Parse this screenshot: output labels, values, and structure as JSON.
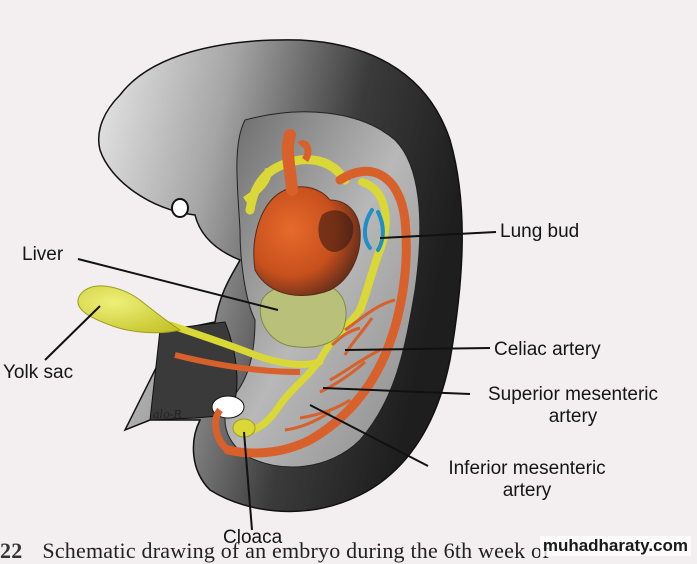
{
  "labels": {
    "liver": "Liver",
    "yolk_sac": "Yolk sac",
    "lung_bud": "Lung bud",
    "celiac_artery": "Celiac artery",
    "superior_mesenteric_line1": "Superior mesenteric",
    "superior_mesenteric_line2": "artery",
    "inferior_mesenteric_line1": "Inferior mesenteric",
    "inferior_mesenteric_line2": "artery",
    "cloaca": "Cloaca"
  },
  "artist_signature": "alo-R",
  "caption": {
    "number": "22",
    "text": "Schematic drawing of an embryo during the 6th week of"
  },
  "watermark": "muhadharaty.com",
  "colors": {
    "background": "#f3eef0",
    "embryo_dark": "#3a3a3a",
    "embryo_mid": "#8d8d8d",
    "heart_orange": "#d8602a",
    "yolk_yellow": "#d9d836",
    "liver_green": "#b9c07a",
    "lung_blue": "#1e8fc8"
  }
}
